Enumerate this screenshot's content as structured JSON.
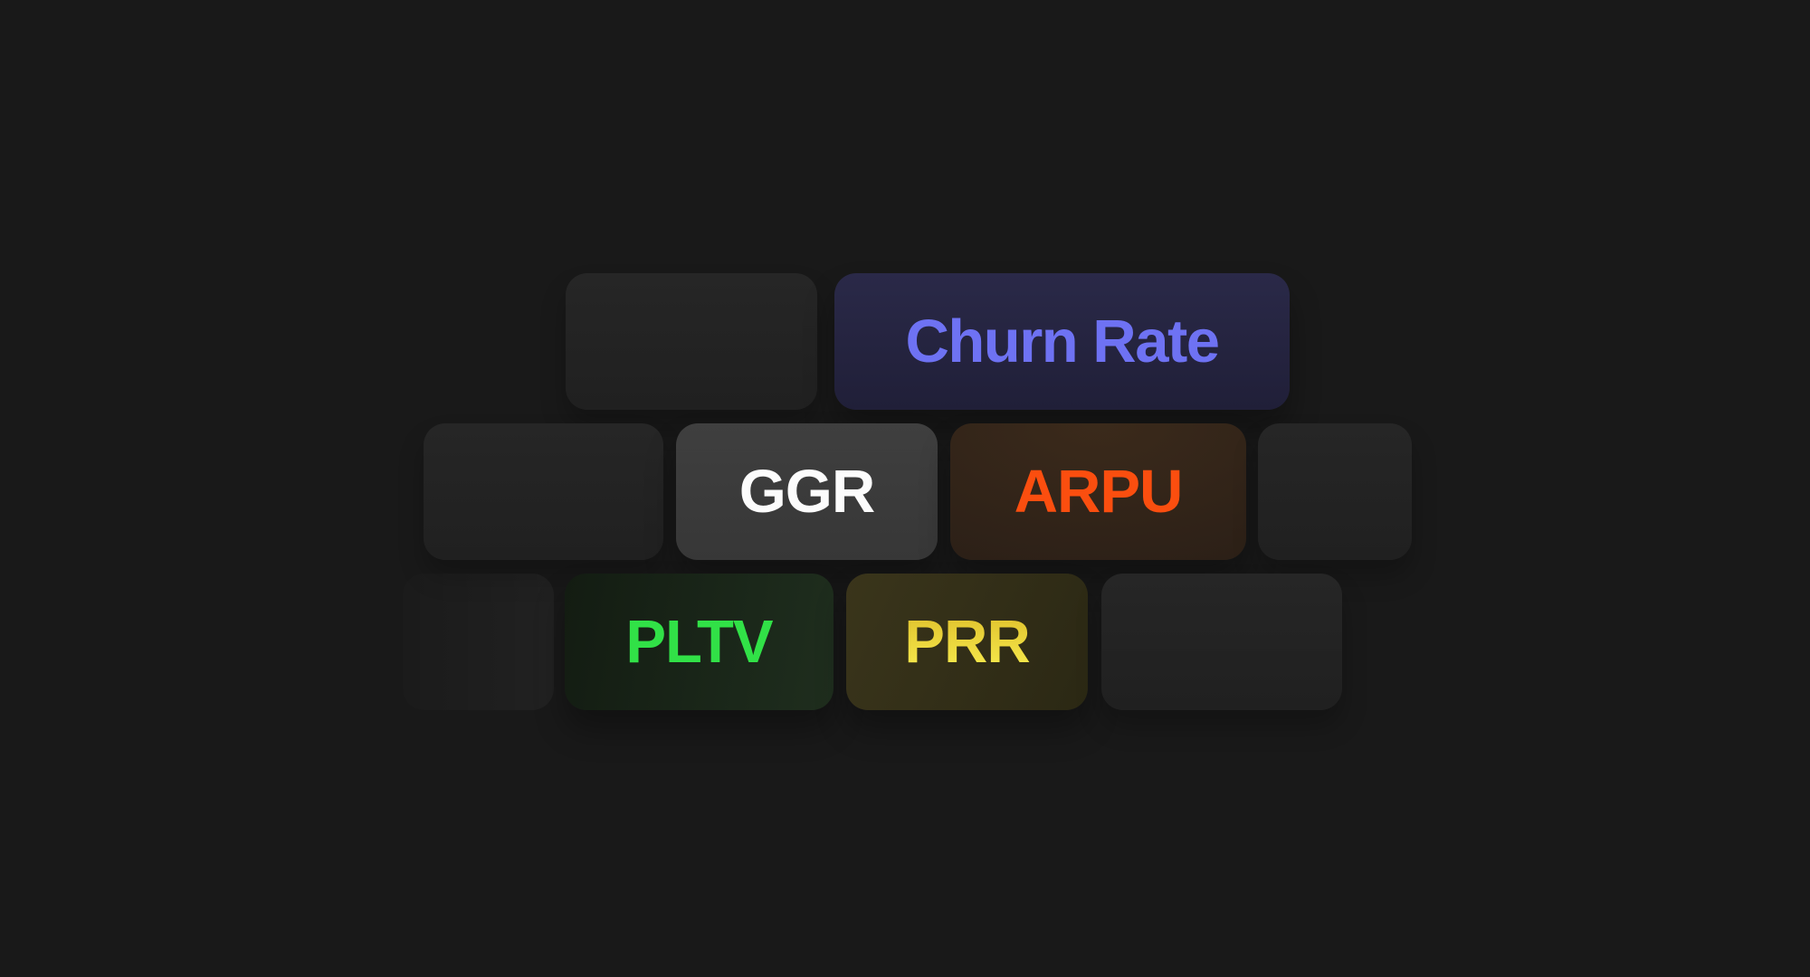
{
  "page": {
    "background_color": "#191919",
    "description": "Dark hero section with a cloud of KPI metric chips"
  },
  "chips": {
    "churn_rate": {
      "label": "Churn Rate",
      "text_color": "#6E72F3",
      "bg_color": "#252440"
    },
    "ggr": {
      "label": "GGR",
      "text_color": "#FCFCFC",
      "bg_color": "#3B3B3B"
    },
    "arpu": {
      "label": "ARPU",
      "text_color": "#FB4E0F",
      "bg_color": "#32231A"
    },
    "pltv": {
      "label": "PLTV",
      "text_color": "#31E147",
      "bg_color": "#192517"
    },
    "prr": {
      "label": "PRR",
      "text_color": "#EDD83B",
      "bg_color": "#332F18"
    }
  }
}
